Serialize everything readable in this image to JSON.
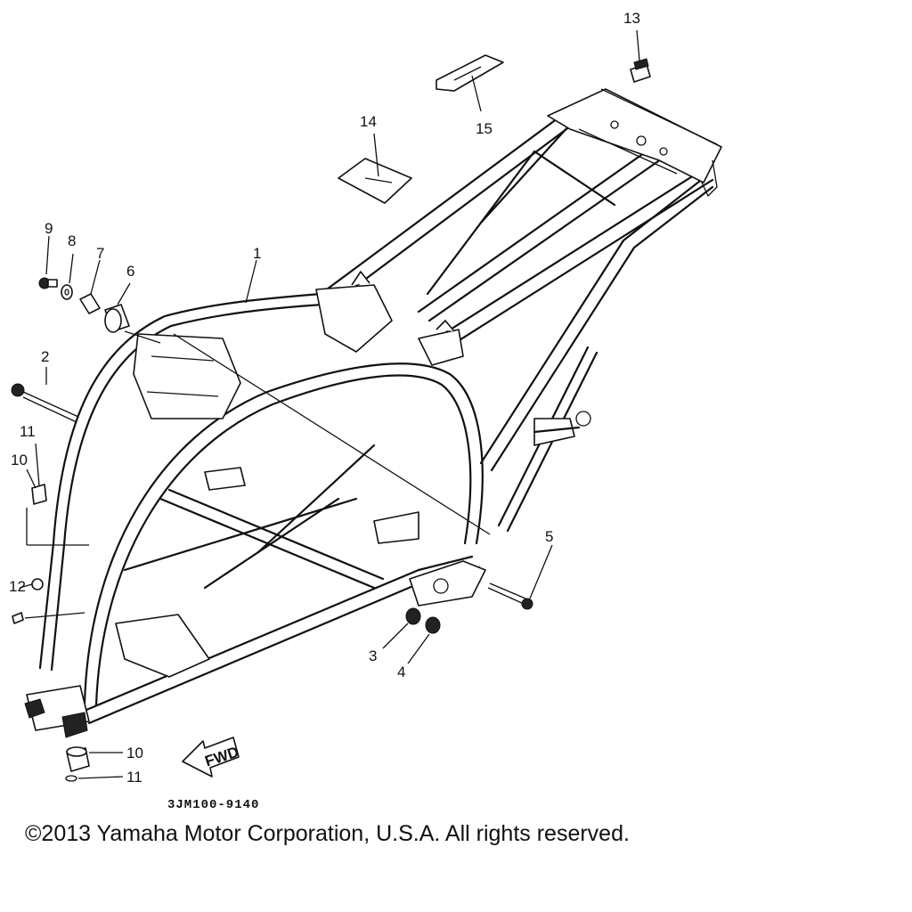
{
  "diagram": {
    "callouts": [
      {
        "id": "c1",
        "text": "1"
      },
      {
        "id": "c2",
        "text": "2"
      },
      {
        "id": "c3",
        "text": "3"
      },
      {
        "id": "c4",
        "text": "4"
      },
      {
        "id": "c5",
        "text": "5"
      },
      {
        "id": "c6",
        "text": "6"
      },
      {
        "id": "c7",
        "text": "7"
      },
      {
        "id": "c8",
        "text": "8"
      },
      {
        "id": "c9",
        "text": "9"
      },
      {
        "id": "c10a",
        "text": "10"
      },
      {
        "id": "c10b",
        "text": "10"
      },
      {
        "id": "c11a",
        "text": "11"
      },
      {
        "id": "c11b",
        "text": "11"
      },
      {
        "id": "c12",
        "text": "12"
      },
      {
        "id": "c13",
        "text": "13"
      },
      {
        "id": "c14",
        "text": "14"
      },
      {
        "id": "c15",
        "text": "15"
      }
    ],
    "fwd_label": "FWD",
    "part_code": "3JM100-9140",
    "copyright": "©2013 Yamaha Motor Corporation, U.S.A. All rights reserved."
  }
}
